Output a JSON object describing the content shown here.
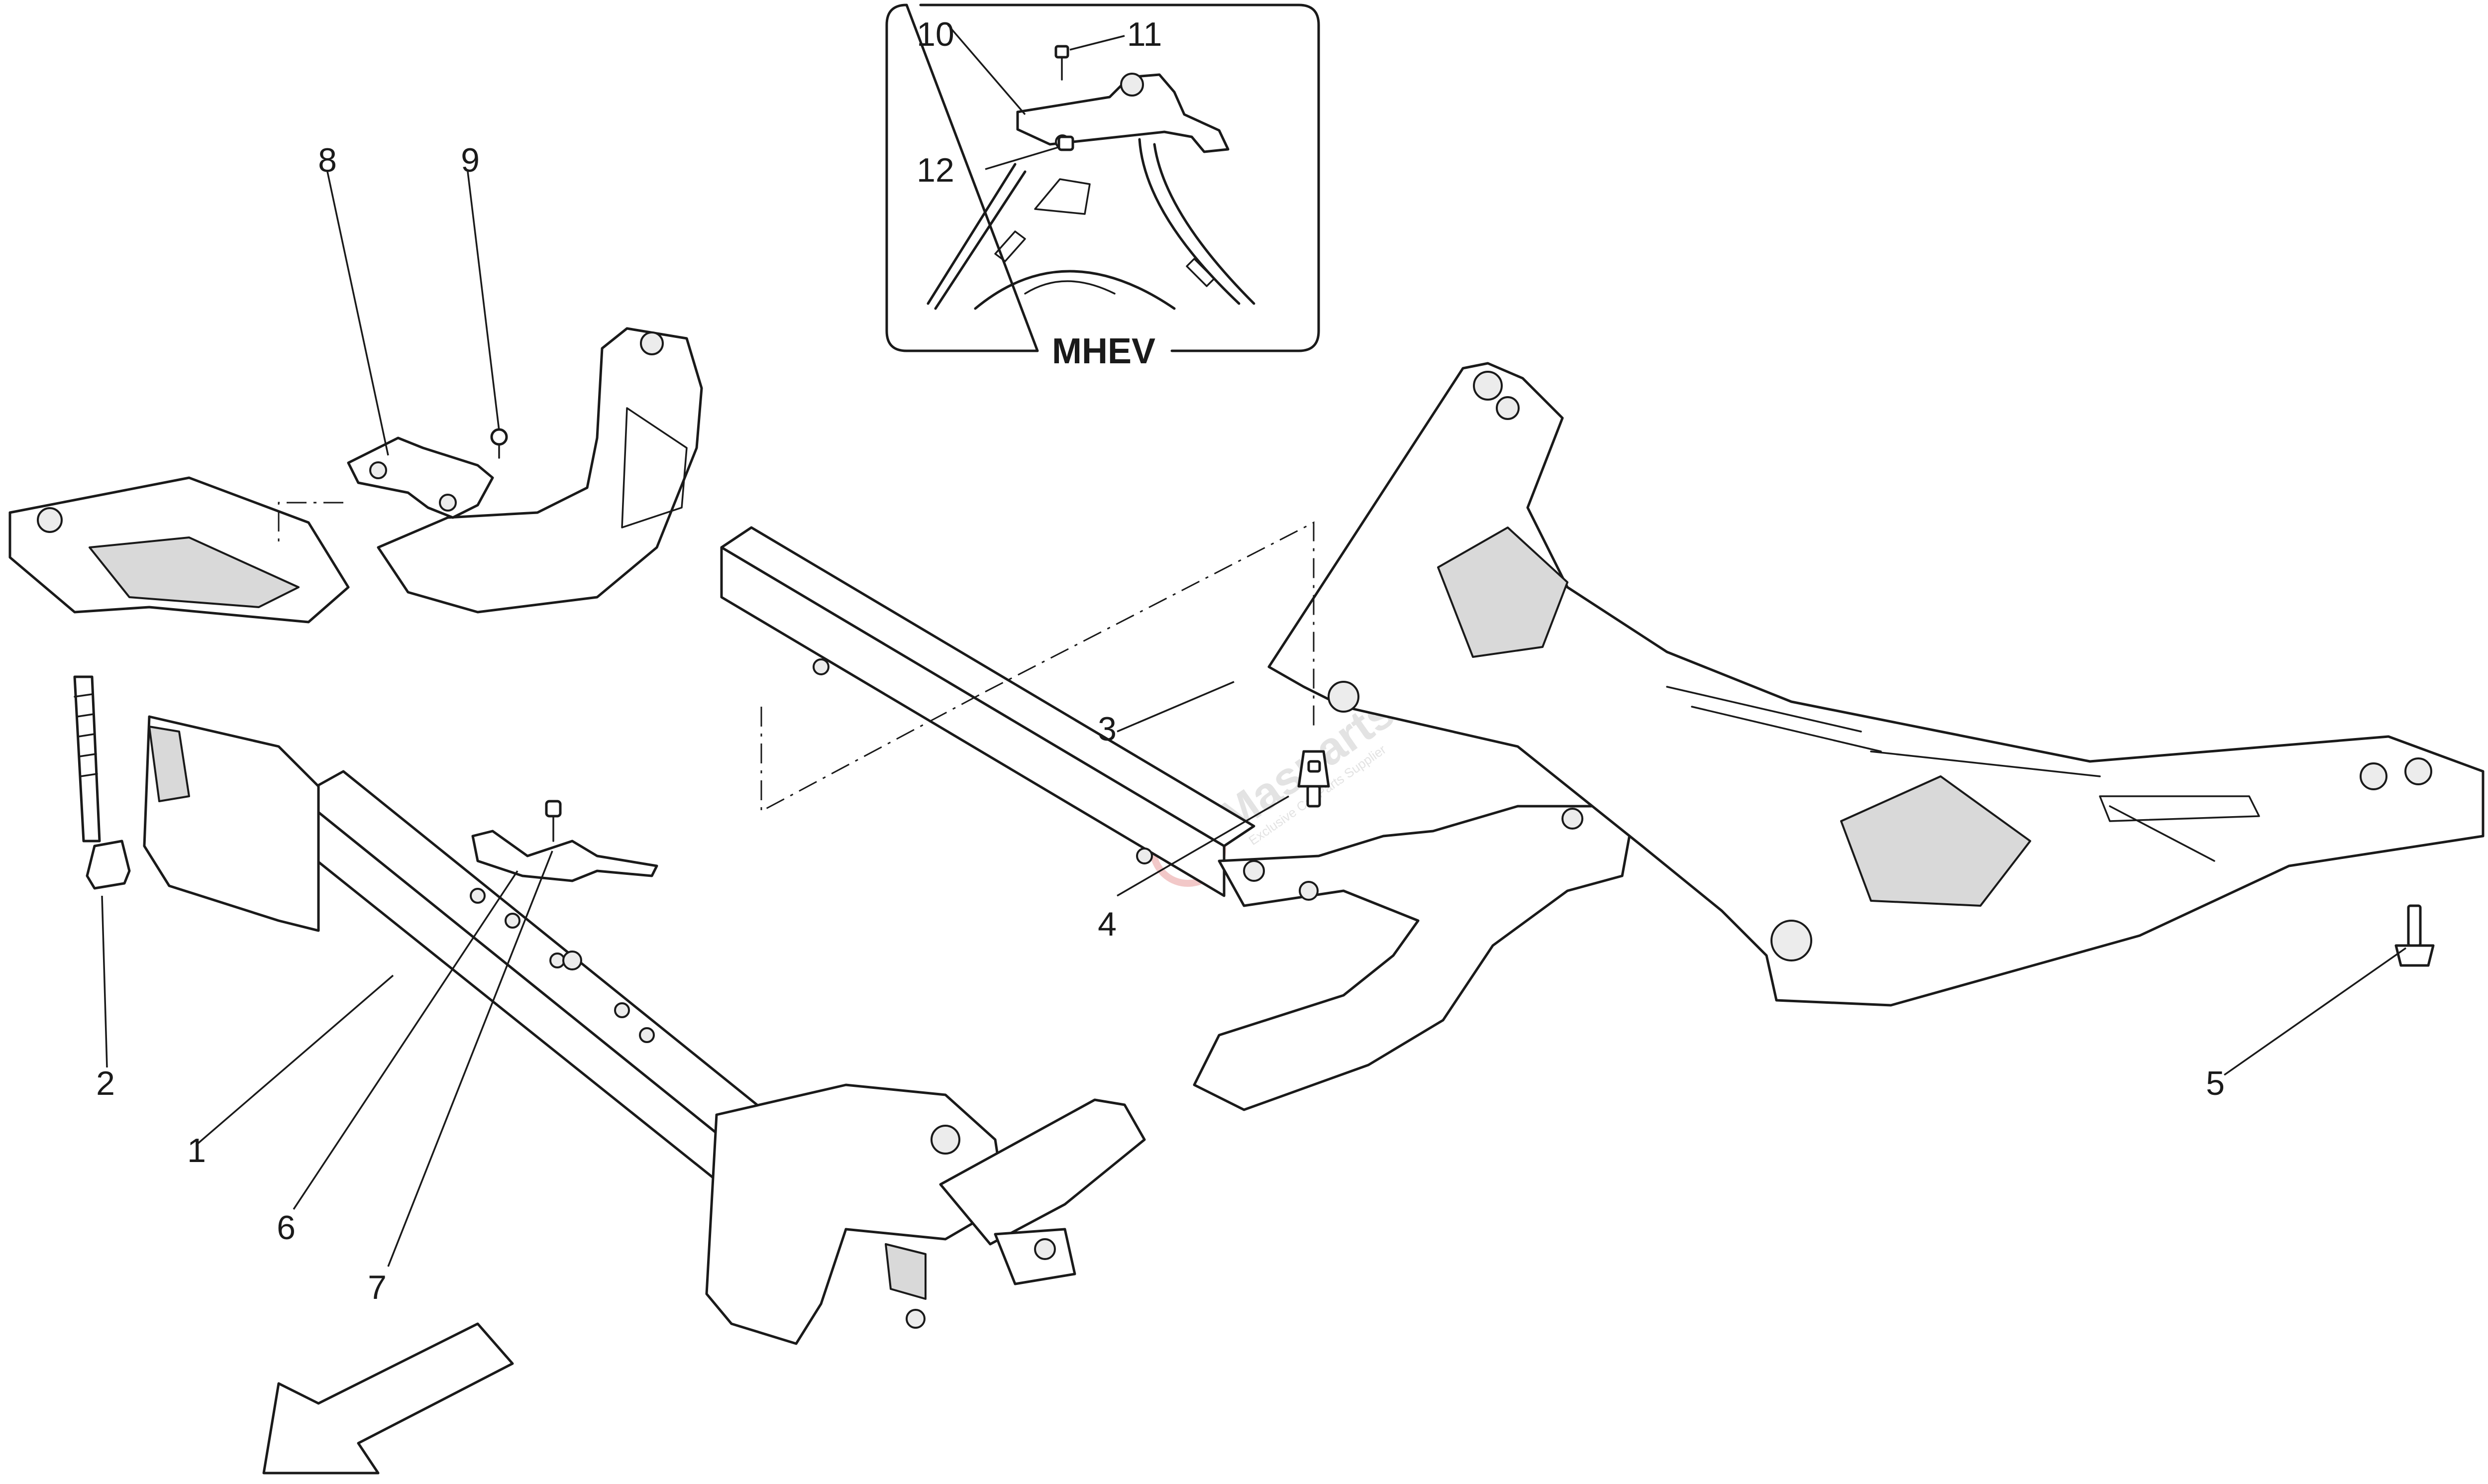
{
  "inset": {
    "label": "MHEV"
  },
  "callouts": [
    {
      "id": "1",
      "text": "1"
    },
    {
      "id": "2",
      "text": "2"
    },
    {
      "id": "3",
      "text": "3"
    },
    {
      "id": "4",
      "text": "4"
    },
    {
      "id": "5",
      "text": "5"
    },
    {
      "id": "6",
      "text": "6"
    },
    {
      "id": "7",
      "text": "7"
    },
    {
      "id": "8",
      "text": "8"
    },
    {
      "id": "9",
      "text": "9"
    },
    {
      "id": "10",
      "text": "10"
    },
    {
      "id": "11",
      "text": "11"
    },
    {
      "id": "12",
      "text": "12"
    }
  ],
  "watermark": {
    "brand": "Masparts",
    "tagline": "Exclusive Car Parts Supplier"
  },
  "icons": {
    "direction_arrow": "front-direction-arrow-icon",
    "logo": "masparts-logo-icon"
  }
}
